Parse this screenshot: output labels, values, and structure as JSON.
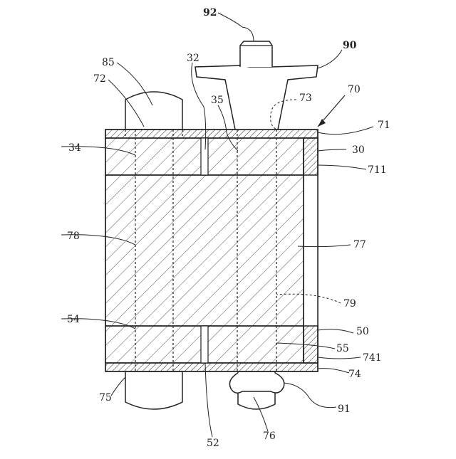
{
  "figure": {
    "labels": [
      {
        "id": "92",
        "text": "92",
        "bold": true
      },
      {
        "id": "90",
        "text": "90",
        "bold": true
      },
      {
        "id": "85",
        "text": "85"
      },
      {
        "id": "72",
        "text": "72"
      },
      {
        "id": "32",
        "text": "32"
      },
      {
        "id": "35",
        "text": "35"
      },
      {
        "id": "73",
        "text": "73"
      },
      {
        "id": "70",
        "text": "70"
      },
      {
        "id": "71",
        "text": "71"
      },
      {
        "id": "30",
        "text": "30"
      },
      {
        "id": "711",
        "text": "711"
      },
      {
        "id": "34",
        "text": "34"
      },
      {
        "id": "78",
        "text": "78"
      },
      {
        "id": "77",
        "text": "77"
      },
      {
        "id": "79",
        "text": "79"
      },
      {
        "id": "54",
        "text": "54"
      },
      {
        "id": "50",
        "text": "50"
      },
      {
        "id": "55",
        "text": "55"
      },
      {
        "id": "741",
        "text": "741"
      },
      {
        "id": "74",
        "text": "74"
      },
      {
        "id": "75",
        "text": "75"
      },
      {
        "id": "91",
        "text": "91"
      },
      {
        "id": "52",
        "text": "52"
      },
      {
        "id": "76",
        "text": "76"
      }
    ]
  },
  "colors": {
    "line": "#222222",
    "hatch": "#555555",
    "background": "#ffffff"
  }
}
